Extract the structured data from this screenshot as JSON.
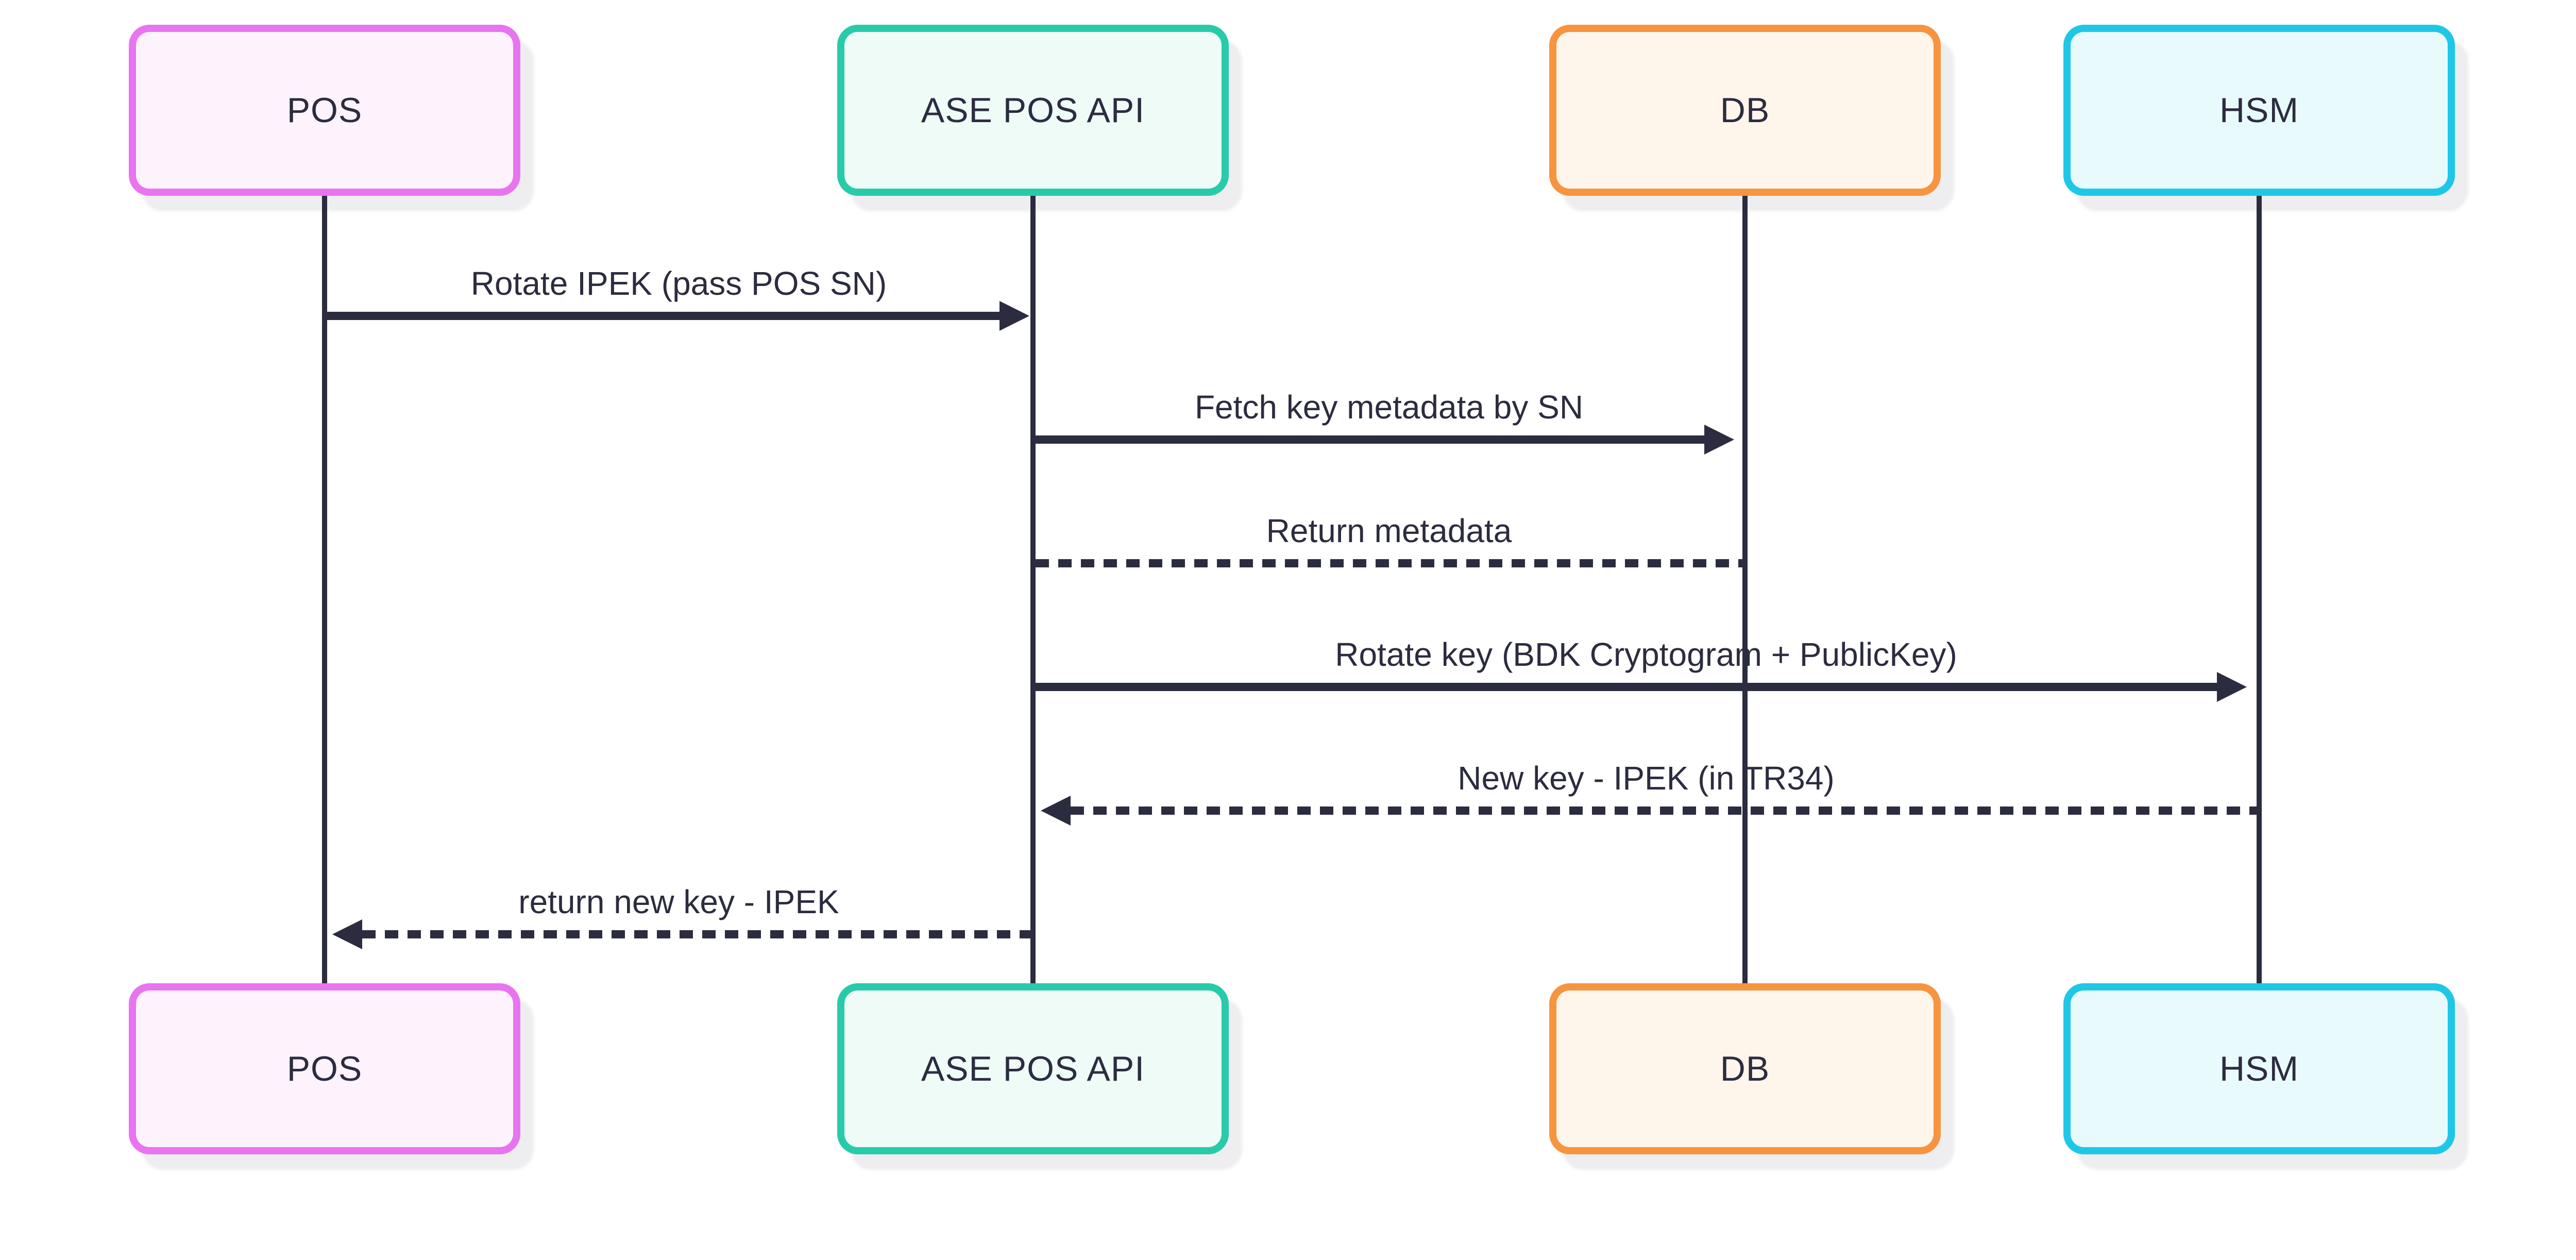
{
  "diagram": {
    "type": "sequence-diagram",
    "background": "#ffffff",
    "ink": "#2c2c40",
    "actors": [
      {
        "id": "pos",
        "label": "POS",
        "border": "#e874f0",
        "fill": "#fcf3fd"
      },
      {
        "id": "ase",
        "label": "ASE POS API",
        "border": "#28cba9",
        "fill": "#eefbf7"
      },
      {
        "id": "db",
        "label": "DB",
        "border": "#f7943f",
        "fill": "#fef5eb"
      },
      {
        "id": "hsm",
        "label": "HSM",
        "border": "#1fc7e7",
        "fill": "#e9fafd"
      }
    ],
    "messages": [
      {
        "text": "Rotate IPEK (pass POS SN)",
        "from": "pos",
        "to": "ase",
        "line": "solid",
        "arrowhead": true
      },
      {
        "text": "Fetch key metadata by SN",
        "from": "ase",
        "to": "db",
        "line": "solid",
        "arrowhead": true
      },
      {
        "text": "Return metadata",
        "from": "db",
        "to": "ase",
        "line": "dotted",
        "arrowhead": false
      },
      {
        "text": "Rotate key (BDK Cryptogram + PublicKey)",
        "from": "ase",
        "to": "hsm",
        "line": "solid",
        "arrowhead": true
      },
      {
        "text": "New key - IPEK (in TR34)",
        "from": "hsm",
        "to": "ase",
        "line": "dotted",
        "arrowhead": true
      },
      {
        "text": "return new key - IPEK",
        "from": "ase",
        "to": "pos",
        "line": "dotted",
        "arrowhead": true
      }
    ]
  }
}
